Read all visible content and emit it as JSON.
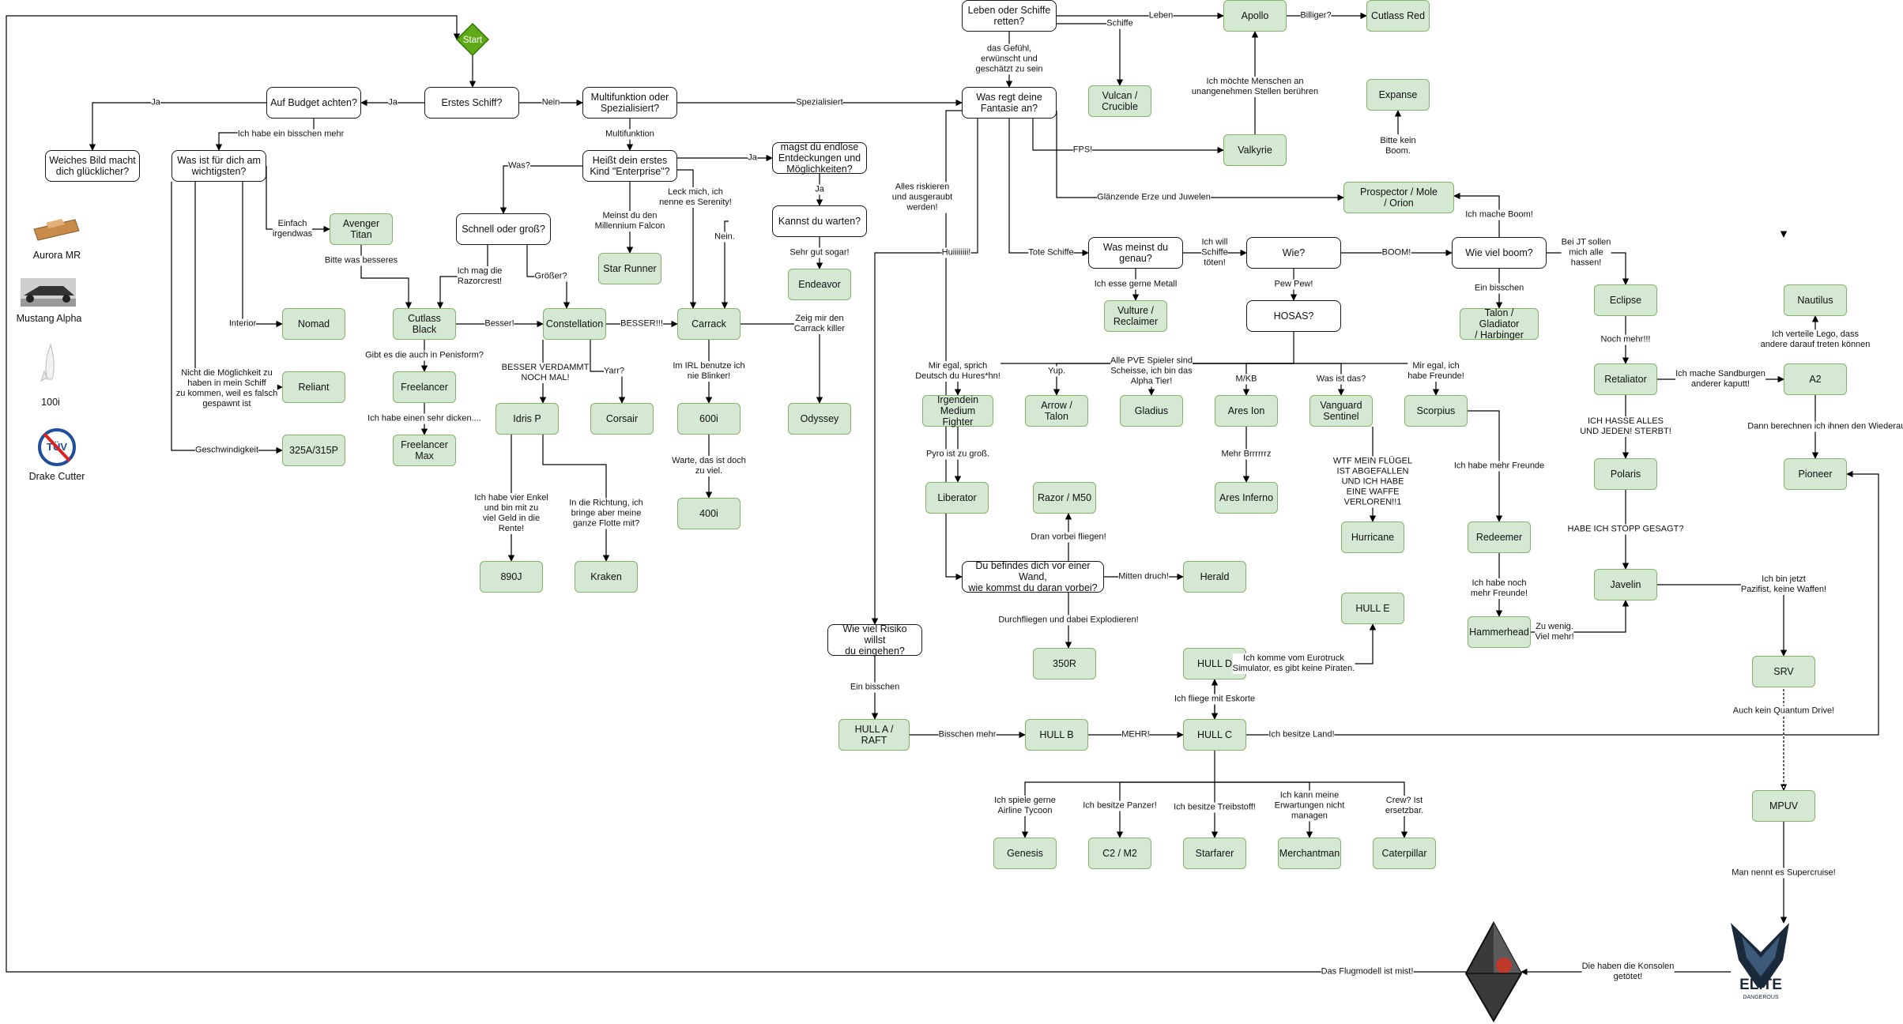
{
  "title": "",
  "colors": {
    "green_fill": "#d5e8d4",
    "green_stroke": "#82b366",
    "start_fill": "#60a917",
    "edge": "#000000"
  },
  "start": {
    "label": "Start"
  },
  "questions": {
    "erstes_schiff": "Erstes Schiff?",
    "budget": "Auf Budget achten?",
    "multifunktion": "Multifunktion oder\nSpezialisiert?",
    "fantasie": "Was regt deine\nFantasie an?",
    "leben": "Leben oder Schiffe\nretten?",
    "bild": "Weiches Bild macht\ndich glücklicher?",
    "wichtig": "Was ist für dich am\nwichtigsten?",
    "enterprise": "Heißt dein erstes\nKind \"Enterprise\"?",
    "endlose": "magst du endlose\nEntdeckungen und\nMöglichkeiten?",
    "schnell": "Schnell oder groß?",
    "warten": "Kannst du warten?",
    "genau": "Was meinst du\ngenau?",
    "wie": "Wie?",
    "boom": "Wie viel boom?",
    "hosas": "HOSAS?",
    "wand": "Du befindes dich vor einer Wand,\nwie kommst du daran vorbei?",
    "risiko": "Wie viel Risiko willst\ndu eingehen?"
  },
  "ships": {
    "cutlass_red": "Cutlass Red",
    "apollo": "Apollo",
    "expanse": "Expanse",
    "vulcan": "Vulcan /\nCrucible",
    "valkyrie": "Valkyrie",
    "prospector": "Prospector / Mole\n/ Orion",
    "avenger": "Avenger Titan",
    "nomad": "Nomad",
    "reliant": "Reliant",
    "p325": "325A/315P",
    "cutlass_black": "Cutlass Black",
    "constellation": "Constellation",
    "carrack": "Carrack",
    "star_runner": "Star Runner",
    "endeavor": "Endeavor",
    "freelancer": "Freelancer",
    "freelancer_max": "Freelancer\nMax",
    "idris": "Idris P",
    "corsair": "Corsair",
    "s600i": "600i",
    "s400i": "400i",
    "odyssey": "Odyssey",
    "s890j": "890J",
    "kraken": "Kraken",
    "vulture": "Vulture /\nReclaimer",
    "talon": "Talon / Gladiator\n/ Harbinger",
    "eclipse": "Eclipse",
    "nautilus": "Nautilus",
    "retaliator": "Retaliator",
    "a2": "A2",
    "polaris": "Polaris",
    "pioneer": "Pioneer",
    "irgendein": "Irgendein\nMedium Fighter",
    "arrow": "Arrow / Talon",
    "gladius": "Gladius",
    "ares_ion": "Ares Ion",
    "vanguard": "Vanguard\nSentinel",
    "scorpius": "Scorpius",
    "liberator": "Liberator",
    "razor": "Razor / M50",
    "ares_inferno": "Ares Inferno",
    "hurricane": "Hurricane",
    "redeemer": "Redeemer",
    "javelin": "Javelin",
    "herald": "Herald",
    "hull_e": "HULL E",
    "hammerhead": "Hammerhead",
    "s350r": "350R",
    "hull_d": "HULL D",
    "srv": "SRV",
    "hull_a": "HULL A / RAFT",
    "hull_b": "HULL B",
    "hull_c": "HULL C",
    "mpuv": "MPUV",
    "genesis": "Genesis",
    "c2": "C2 / M2",
    "starfarer": "Starfarer",
    "merchantman": "Merchantman",
    "caterpillar": "Caterpillar"
  },
  "image_nodes": {
    "aurora": "Aurora MR",
    "mustang": "Mustang Alpha",
    "s100i": "100i",
    "drake": "Drake Cutter",
    "tuv_badge": "TÜV",
    "elite_logo": "ELITE",
    "elite_sub": "DANGEROUS"
  },
  "edge_labels": {
    "ja1": "Ja",
    "ja2": "Ja",
    "nein1": "Nein",
    "spezialisiert": "Spezialisiert",
    "bisschen_mehr": "Ich habe ein bisschen mehr",
    "multifunktion": "Multifunktion",
    "was": "Was?",
    "ja3": "Ja",
    "ja4": "Ja",
    "leck": "Leck mich, ich\nnenne es Serenity!",
    "falcon": "Meinst du den\nMillennium Falcon",
    "nein2": "Nein.",
    "sehr_gut": "Sehr gut sogar!",
    "einfach": "Einfach\nirgendwas",
    "besseres": "Bitte was besseres",
    "razorcrest": "Ich mag die\nRazorcrest!",
    "groesser": "Größer?",
    "interior": "Interior",
    "besser": "Besser!",
    "besser3": "BESSER!!!",
    "zeig": "Zeig mir den\nCarrack killer",
    "penisform": "Gibt es die auch in Penisform?",
    "verdammt": "BESSER VERDAMMT\nNOCH MAL!",
    "yarr": "Yarr?",
    "blinker": "Im IRL benutze ich\nnie Blinker!",
    "moeglichkeit": "Nicht die Möglichkeit zu\nhaben in mein Schiff\nzu kommen, weil es falsch\ngespawnt ist",
    "dicken": "Ich habe einen sehr dicken....",
    "geschwindigkeit": "Geschwindigkeit",
    "warte": "Warte, das ist doch\nzu viel.",
    "enkel": "Ich habe vier Enkel\nund bin mit zu\nviel Geld in die\nRente!",
    "richtung": "In die Richtung, ich\nbringe aber meine\nganze Flotte mit?",
    "leben": "Leben",
    "billiger": "Billiger?",
    "schiffe": "Schiffe",
    "gefuehl": "das Gefühl,\nerwünscht und\ngeschätzt zu sein",
    "menschen": "Ich möchte Menschen an\nunangenehmen Stellen berühren",
    "kein_boom": "Bitte kein\nBoom.",
    "fps": "FPS!",
    "erze": "Glänzende Erze und Juwelen",
    "riskieren": "Alles riskieren\nund ausgeraubt\nwerden!",
    "huiii": "Huiiiiiiii!",
    "tote": "Tote Schiffe",
    "toeten": "Ich will\nSchiffe\ntöten!",
    "boom": "BOOM!",
    "mache_boom": "Ich mache Boom!",
    "jt": "Bei JT sollen\nmich alle\nhassen!",
    "metall": "Ich esse gerne Metall",
    "pew": "Pew Pew!",
    "ein_bisschen1": "Ein bisschen",
    "lego": "Ich verteile Lego, dass\nandere darauf treten können",
    "noch_mehr": "Noch mehr!!!",
    "sandburgen": "Ich mache Sandburgen\nanderer kaputt!",
    "wiederaufbau": "Dann berechnen ich ihnen den Wiederaufbau",
    "hasse": "ICH HASSE ALLES\nUND JEDEN! STERBT!",
    "stopp": "HABE ICH STOPP GESAGT?",
    "pazifist": "Ich bin jetzt\nPazifist, keine Waffen!",
    "egal1": "Mir egal, sprich\nDeutsch du Hures*hn!",
    "yup": "Yup.",
    "pve": "Alle PVE Spieler sind\nScheisse, ich bin das\nAlpha Tier!",
    "mkb": "M/KB",
    "was_das": "Was ist das?",
    "egal2": "Mir egal, ich\nhabe Freunde!",
    "pyro": "Pyro ist zu groß.",
    "brrrr": "Mehr Brrrrrrz",
    "fluegel": "WTF MEIN FLÜGEL\nIST ABGEFALLEN\nUND ICH HABE\nEINE WAFFE\nVERLOREN!!1",
    "mehr_freunde": "Ich habe mehr Freunde",
    "noch_freunde": "Ich habe noch\nmehr Freunde!",
    "zu_wenig": "Zu wenig.\nViel mehr!",
    "vorbei": "Dran vorbei fliegen!",
    "mitten": "Mitten druch!",
    "explodieren": "Durchfliegen und dabei Explodieren!",
    "eurotruck": "Ich komme vom Eurotruck\nSimulator, es gibt keine Piraten.",
    "eskorte": "Ich fliege mit Eskorte",
    "ein_bisschen2": "Ein bisschen",
    "bisschen_mehr2": "Bisschen mehr",
    "mehr": "MEHR!",
    "land": "Ich besitze Land!",
    "quantum": "Auch kein Quantum Drive!",
    "supercruise": "Man nennt es Supercruise!",
    "airline": "Ich spiele gerne\nAirline Tycoon",
    "panzer": "Ich besitze Panzer!",
    "treibstoff": "Ich besitze Treibstoff!",
    "erwartungen": "Ich kann meine\nErwartungen nicht\nmanagen",
    "crew": "Crew? Ist\nersetzbar.",
    "konsolen": "Die haben die Konsolen\ngetötet!",
    "flugmodell": "Das Flugmodell ist mist!"
  }
}
